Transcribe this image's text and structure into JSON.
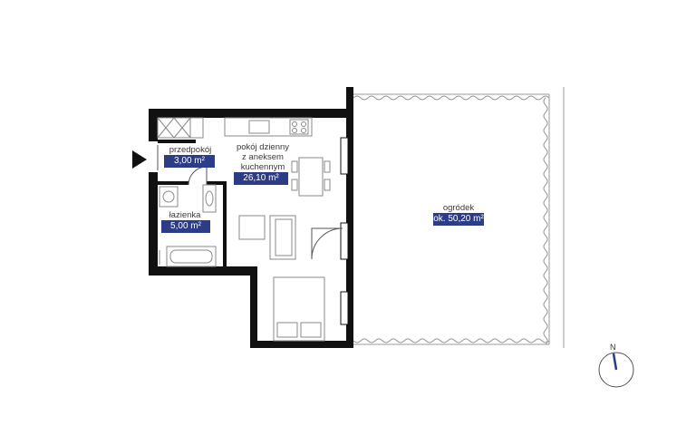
{
  "rooms": {
    "hall": {
      "name": "przedpokój",
      "area": "3,00 m²"
    },
    "living": {
      "name_line1": "pokój dzienny",
      "name_line2": "z aneksem",
      "name_line3": "kuchennym",
      "area": "26,10 m²"
    },
    "bathroom": {
      "name": "łazienka",
      "area": "5,00 m²"
    },
    "garden": {
      "name": "ogródek",
      "area": "ok. 50,20 m²"
    }
  },
  "compass": {
    "label": "N"
  },
  "colors": {
    "wall": "#111111",
    "badge": "#2d3c86",
    "furniture": "#8a8a8a",
    "hedge": "#9a9a9a"
  },
  "icons": {
    "entrance": "entrance-arrow-icon",
    "compass": "compass-icon"
  }
}
